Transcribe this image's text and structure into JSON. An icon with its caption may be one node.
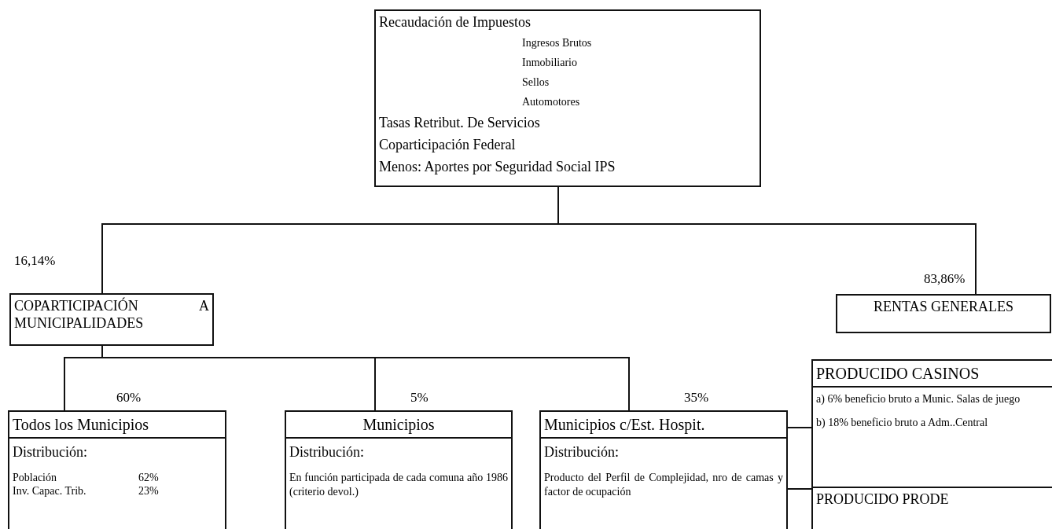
{
  "diagram": {
    "nodes": [
      {
        "text": [
          "Recaudación de Impuestos",
          "Ingresos Brutos",
          "Inmobiliario",
          "Sellos",
          "Automotores",
          "Tasas Retribut. De Servicios",
          "Coparticipación Federal",
          "Menos: Aportes por Seguridad Social IPS"
        ]
      },
      {
        "text": [
          "COPARTICIPACIÓN A MUNICIPALIDADES"
        ],
        "beside": [
          "16,14%"
        ]
      },
      {
        "text": [
          "RENTAS GENERALES"
        ],
        "beside": [
          "83,86%"
        ]
      },
      {
        "text": [
          "Todos los Municipios",
          "Distribución:",
          "Población",
          "62%",
          "Inv. Capac. Trib.",
          "23%"
        ],
        "beside": [
          "60%"
        ]
      },
      {
        "text": [
          "Municipios",
          "Distribución:",
          "En función participada de cada comuna año 1986 (criterio devol.)"
        ],
        "beside": [
          "5%"
        ]
      },
      {
        "text": [
          "Municipios c/Est. Hospit.",
          "Distribución:",
          "Producto del Perfil de Complejidad, nro de camas y factor de ocupación"
        ],
        "beside": [
          "35%"
        ]
      },
      {
        "text": [
          "PRODUCIDO CASINOS",
          "a) 6% beneficio bruto a Munic. Salas de juego",
          "b) 18% beneficio bruto a Adm..Central"
        ]
      },
      {
        "text": [
          "PRODUCIDO PRODE"
        ]
      }
    ],
    "edges": [
      {
        "from": 0,
        "to": 1,
        "arrow": "none"
      },
      {
        "from": 0,
        "to": 2,
        "arrow": "none"
      },
      {
        "from": 1,
        "to": 3,
        "arrow": "none"
      },
      {
        "from": 1,
        "to": 4,
        "arrow": "none"
      },
      {
        "from": 1,
        "to": 5,
        "arrow": "none"
      },
      {
        "from": 5,
        "to": 6,
        "arrow": "none"
      },
      {
        "from": 5,
        "to": 7,
        "arrow": "none"
      }
    ]
  }
}
